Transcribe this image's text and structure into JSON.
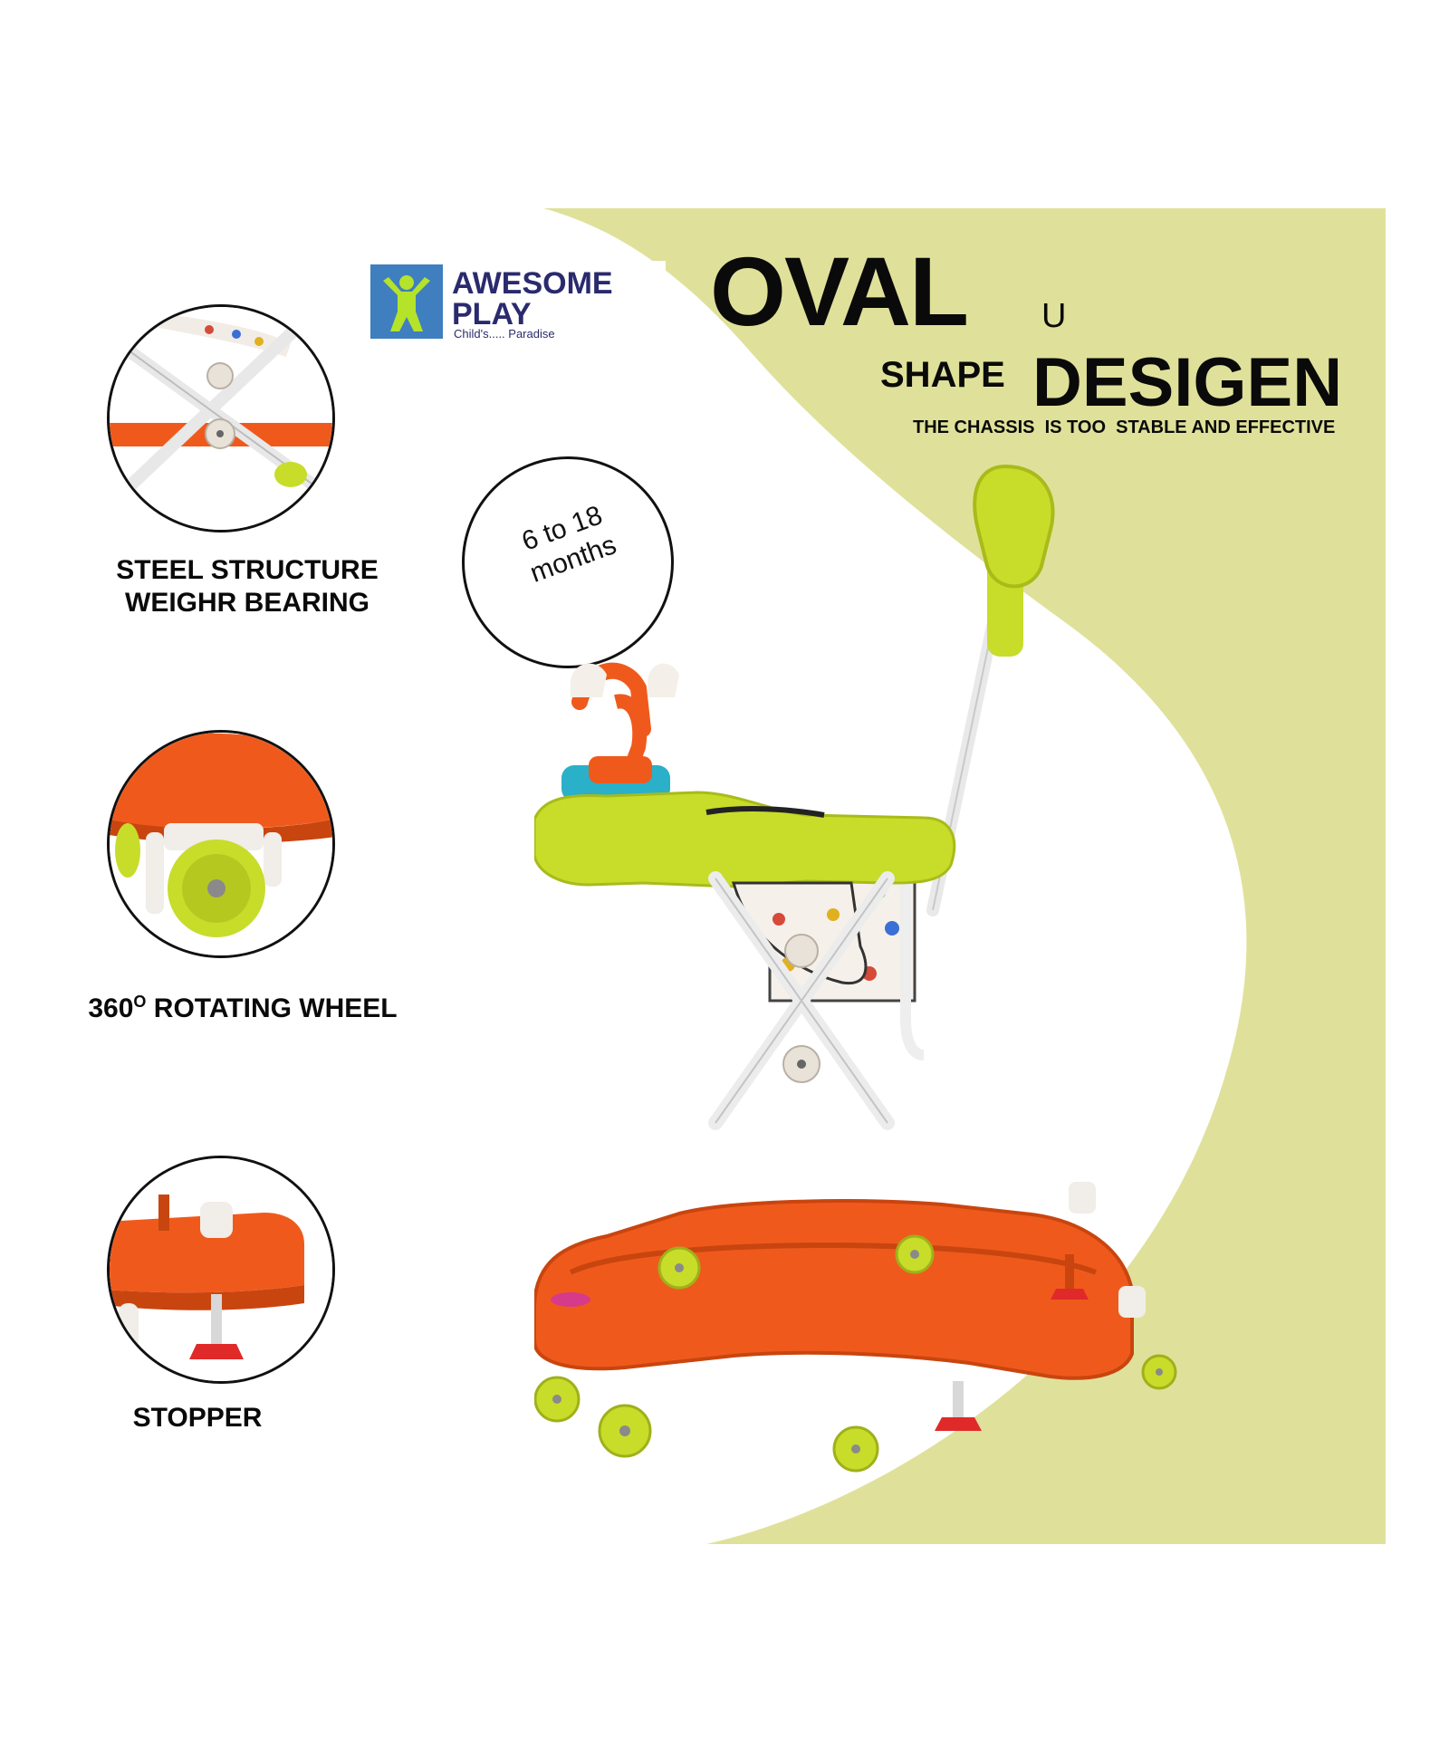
{
  "colors": {
    "panel_green": "#dfe19a",
    "walker_orange": "#ef5a1c",
    "walker_lime": "#c8dc2a",
    "frame_white": "#f4f4f4",
    "logo_blue": "#3f7fbf",
    "logo_figure": "#b5e32a",
    "text_dark": "#0a0a0a"
  },
  "logo": {
    "brand_line1": "AWESOME",
    "brand_line2": "PLAY",
    "tagline": "Child's..... Paradise",
    "icon": "child-figure-icon"
  },
  "headline": {
    "word1": "OVAL",
    "small_u": "U",
    "shape": "SHAPE",
    "word2": "DESIGEN",
    "subtitle": "THE CHASSIS  IS TOO  STABLE AND EFFECTIVE"
  },
  "age_badge": {
    "line1": "6 to 18",
    "line2": "months"
  },
  "features": [
    {
      "label_line1": "STEEL STRUCTURE",
      "label_line2": "WEIGHR BEARING",
      "icon": "steel-frame-closeup"
    },
    {
      "label_prefix": "360",
      "label_sup": "O",
      "label_rest": " ROTATING WHEEL",
      "icon": "wheel-closeup"
    },
    {
      "label_line1": "STOPPER",
      "icon": "stopper-closeup"
    }
  ],
  "product": {
    "icon": "baby-walker-illustration"
  }
}
